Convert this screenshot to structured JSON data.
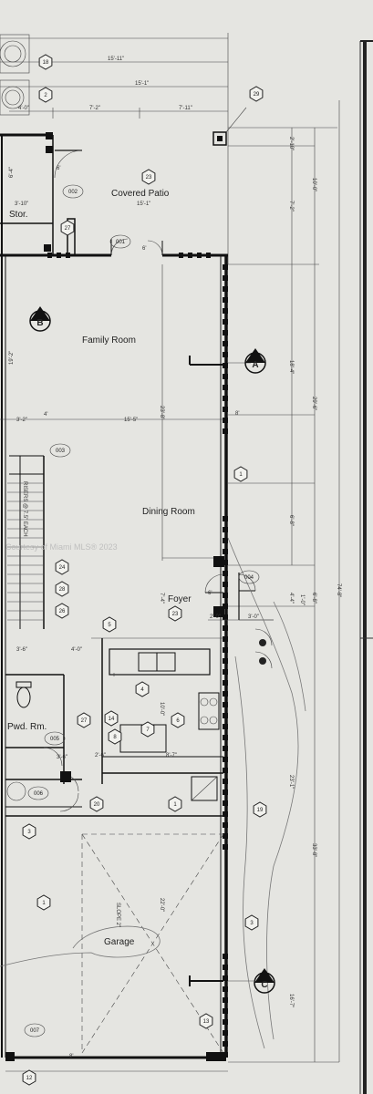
{
  "rooms": {
    "covered_patio": "Covered Patio",
    "stor": "Stor.",
    "family_room": "Family Room",
    "dining_room": "Dining Room",
    "foyer": "Foyer",
    "pwd_rm": "Pwd. Rm.",
    "garage": "Garage"
  },
  "section_markers": {
    "b": "B",
    "a": "A",
    "c": "C"
  },
  "door_tags": {
    "d002": "002",
    "d001": "001",
    "d003": "003",
    "d004": "004",
    "d005": "005",
    "d006": "006",
    "d007": "007"
  },
  "hex_tags": {
    "t18": "18",
    "t2": "2",
    "t29": "29",
    "t23a": "23",
    "t27a": "27",
    "t1a": "1",
    "t24": "24",
    "t28": "28",
    "t26": "26",
    "t23b": "23",
    "t5": "5",
    "t4": "4",
    "t6": "6",
    "t7": "7",
    "t27b": "27",
    "t14": "14",
    "t8": "8",
    "t1b": "1",
    "t19": "19",
    "t20": "20",
    "t3a": "3",
    "t1c": "1",
    "t3b": "3",
    "t13": "13",
    "t12": "12"
  },
  "dimensions": {
    "d1": "15'-11\"",
    "d2": "15'-1\"",
    "d3": "4'-0\"",
    "d4": "7'-2\"",
    "d5": "7'-11\"",
    "d6": "2'-10\"",
    "d7": "10'-0\"",
    "d8": "7'-2\"",
    "d9": "15'-1\"",
    "d10": "3'-10\"",
    "d11": "6'",
    "d12": "6'-4\"",
    "d13": "6'",
    "d14": "19'-2\"",
    "d15": "18'-4\"",
    "d16": "23'-8\"",
    "d17": "29'-6\"",
    "d18": "3'-2\"",
    "d19": "15'-5\"",
    "d20": "4'",
    "d21": "8'",
    "d22": "6'-8\"",
    "d23": "6'-8\"",
    "d24": "74'-8\"",
    "d25": "4'-4\"",
    "d26": "2'-0\"",
    "d27": "3'-0\"",
    "d28": "1'-0\"",
    "d29": "3'-6\"",
    "d30": "4'-0\"",
    "d31": "10'-0\"",
    "d32": "8'-7\"",
    "d33": "3'-6\"",
    "d34": "2'-6\"",
    "d35": "23'-1\"",
    "d36": "33'-8\"",
    "d37": "22'-0\"",
    "d38": "16'-7\"",
    "d39": "8'",
    "d40": "7'-4\"",
    "d41": "6'"
  },
  "notes": {
    "slope": "SLOPE 2\"",
    "risers": "RISERS @ 7.5\" EACH"
  },
  "watermark": "Courtesy of Miami MLS® 2023"
}
